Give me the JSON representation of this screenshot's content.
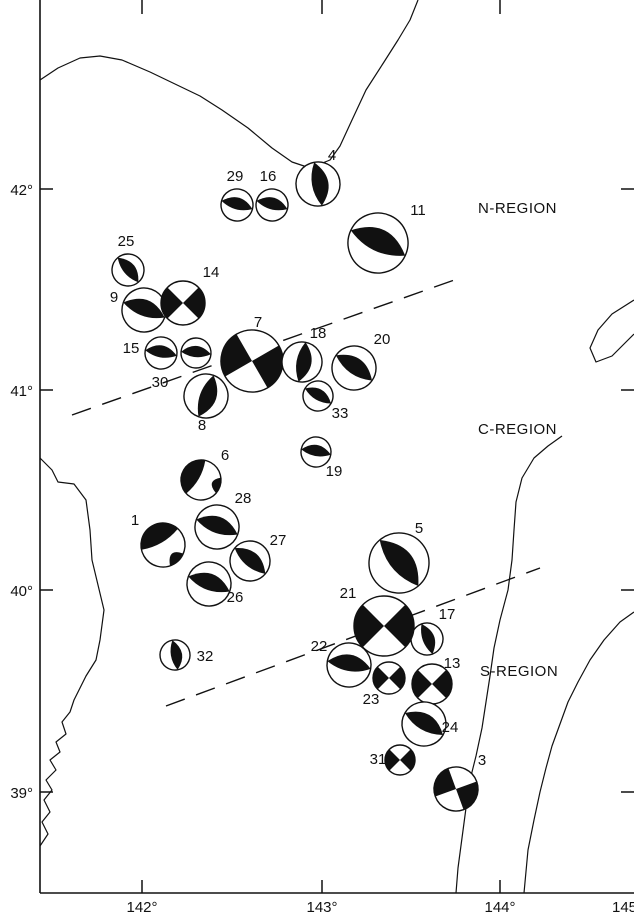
{
  "longitude_ticks": [
    "142°",
    "143°",
    "144°",
    "145°"
  ],
  "latitude_ticks": [
    "42°",
    "41°",
    "40°",
    "39°"
  ],
  "regions": {
    "north": "N-REGION",
    "central": "C-REGION",
    "south": "S-REGION"
  },
  "events": [
    {
      "id": "1",
      "style": "oblique"
    },
    {
      "id": "3",
      "style": "quad"
    },
    {
      "id": "4",
      "style": "thrust"
    },
    {
      "id": "5",
      "style": "thrust"
    },
    {
      "id": "6",
      "style": "oblique"
    },
    {
      "id": "7",
      "style": "quad"
    },
    {
      "id": "8",
      "style": "thrust"
    },
    {
      "id": "9",
      "style": "thrust"
    },
    {
      "id": "11",
      "style": "thrust"
    },
    {
      "id": "13",
      "style": "quad"
    },
    {
      "id": "14",
      "style": "quad"
    },
    {
      "id": "15",
      "style": "thrust"
    },
    {
      "id": "16",
      "style": "thrust"
    },
    {
      "id": "17",
      "style": "thrust"
    },
    {
      "id": "18",
      "style": "thrust"
    },
    {
      "id": "19",
      "style": "thrust"
    },
    {
      "id": "20",
      "style": "thrust"
    },
    {
      "id": "21",
      "style": "quad"
    },
    {
      "id": "22",
      "style": "thrust"
    },
    {
      "id": "23",
      "style": "quad"
    },
    {
      "id": "24",
      "style": "thrust"
    },
    {
      "id": "25",
      "style": "thrust"
    },
    {
      "id": "26",
      "style": "thrust"
    },
    {
      "id": "27",
      "style": "thrust"
    },
    {
      "id": "28",
      "style": "thrust"
    },
    {
      "id": "29",
      "style": "thrust"
    },
    {
      "id": "30",
      "style": "thrust"
    },
    {
      "id": "31",
      "style": "quad"
    },
    {
      "id": "32",
      "style": "thrust"
    },
    {
      "id": "33",
      "style": "thrust"
    }
  ]
}
